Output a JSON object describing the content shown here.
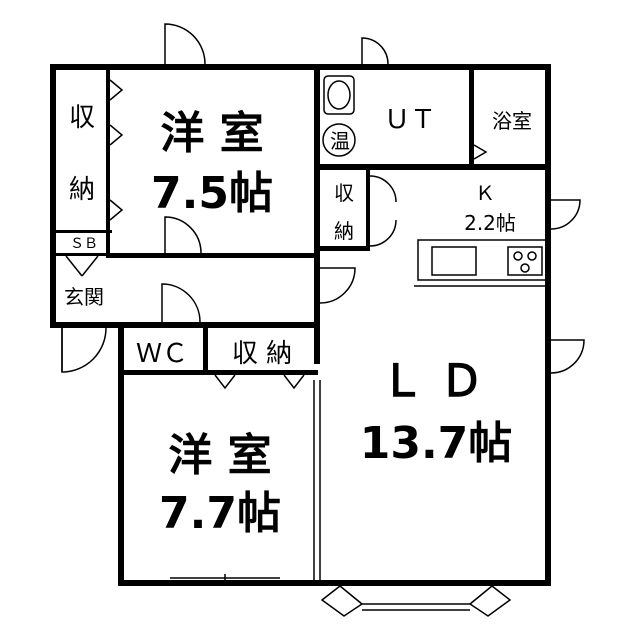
{
  "rooms": {
    "western_room_1": {
      "name": "洋 室",
      "size": "7.5帖"
    },
    "western_room_2": {
      "name": "洋 室",
      "size": "7.7帖"
    },
    "ld": {
      "name": "Ｌ Ｄ",
      "size": "13.7帖"
    },
    "kitchen": {
      "name": "Ｋ",
      "size": "2.2帖"
    },
    "ut": {
      "name": "ＵＴ"
    },
    "bath": {
      "name": "浴室"
    },
    "storage_1": {
      "line1": "収",
      "line2": "納"
    },
    "storage_2": {
      "line1": "収",
      "line2": "納"
    },
    "storage_3": {
      "name": "収 納"
    },
    "wc": {
      "name": "ＷＣ"
    },
    "shoe_box": {
      "name": "ＳＢ"
    },
    "entrance": {
      "name": "玄関"
    },
    "water_heater": {
      "name": "温"
    }
  }
}
